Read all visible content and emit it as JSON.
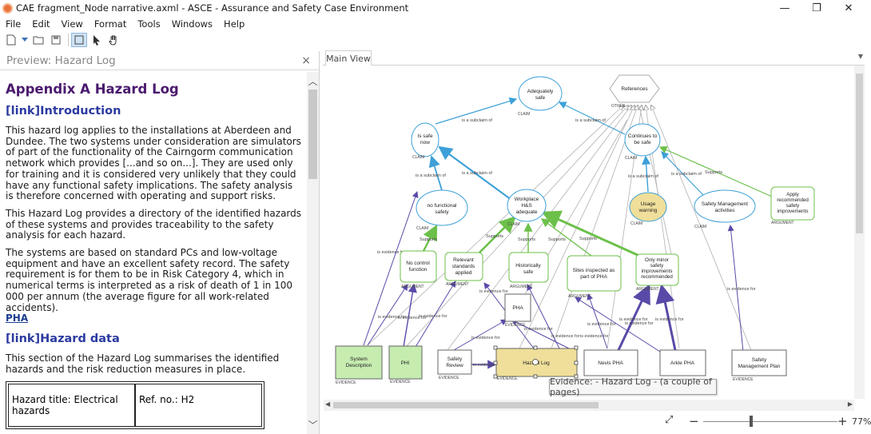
{
  "window": {
    "title": "CAE fragment_Node narrative.axml - ASCE - Assurance and Safety Case Environment",
    "controls": [
      "—",
      "❐",
      "✕"
    ]
  },
  "menu": [
    "File",
    "Edit",
    "View",
    "Format",
    "Tools",
    "Windows",
    "Help"
  ],
  "toolbar": {
    "icons": [
      "new-document-icon",
      "dropdown-icon",
      "open-folder-icon",
      "save-icon",
      "select-rect-icon",
      "pointer-icon",
      "hand-icon"
    ]
  },
  "preview": {
    "title": "Preview: Hazard Log",
    "close": "×",
    "heading": "Appendix A Hazard Log",
    "intro_heading": "[link]Introduction",
    "para1": "This hazard log applies to the installations at Aberdeen and Dundee. The two systems under consideration are simulators of part of the functionality of the Cairngorm communication network which provides [...and so on...]. They are used only for training and it is considered very unlikely that they could have any functional safety implications. The safety analysis is therefore concerned with operating and support risks.",
    "para2": "This Hazard Log provides a directory of the identified hazards of these systems and provides traceability to the safety analysis for each hazard.",
    "para3": "The systems are based on standard PCs and low-voltage equipment and have an excellent safety record. The safety requirement is for them to be in Risk Category 4, which in numerical terms is interpreted as a risk of death of 1 in 100 000 per annum (the average figure for all work-related accidents).",
    "pha_link": "PHA",
    "data_heading": "[link]Hazard data",
    "para4": "This section of the Hazard Log summarises the identified hazards and the risk reduction measures in place.",
    "table": {
      "cell1": "Hazard title: Electrical hazards",
      "cell2": "Ref. no.: H2"
    }
  },
  "diagram": {
    "tab": "Main View",
    "tooltip": "Evidence:  - Hazard Log - (a couple of pages)",
    "zoom": "77%",
    "colors": {
      "claim_border": "#3da0d8",
      "argument_border": "#6cc04a",
      "evidence_fill": "#c6ecb0",
      "highlight_fill": "#efdf9a",
      "evidence_link": "#5a4aa8"
    },
    "claims": [
      {
        "id": "adequately-safe",
        "label": [
          "Adequately",
          "safe"
        ],
        "tag": "CLAIM"
      },
      {
        "id": "is-safe-now",
        "label": [
          "Is safe",
          "now"
        ],
        "tag": "CLAIM"
      },
      {
        "id": "continues-to-be-safe",
        "label": [
          "Continues to",
          "be safe"
        ],
        "tag": "CLAIM"
      },
      {
        "id": "no-functional-safety",
        "label": [
          "no functional",
          "safety"
        ],
        "tag": "CLAIM"
      },
      {
        "id": "workplace-hs-adequate",
        "label": [
          "Workplace",
          "H&S",
          "adequate"
        ],
        "tag": "CLAIM"
      },
      {
        "id": "usage-warning",
        "label": [
          "Usage",
          "warning"
        ],
        "tag": "CLAIM"
      },
      {
        "id": "safety-management-activities",
        "label": [
          "Safety Management",
          "activities"
        ],
        "tag": "CLAIM"
      }
    ],
    "other": {
      "label": "References",
      "tag": "OTHER"
    },
    "arguments": [
      {
        "id": "no-control-function",
        "label": [
          "No control",
          "function"
        ],
        "tag": "ARGUMENT"
      },
      {
        "id": "relevant-standards-applied",
        "label": [
          "Relevant",
          "standards",
          "applied"
        ],
        "tag": "ARGUMENT"
      },
      {
        "id": "historically-safe",
        "label": [
          "Historically",
          "safe"
        ],
        "tag": "ARGUMENT"
      },
      {
        "id": "sites-inspected",
        "label": [
          "Sites inspected as",
          "part of PHA"
        ],
        "tag": "ARGUMENT"
      },
      {
        "id": "only-minor-improvements",
        "label": [
          "Only minor",
          "safety",
          "improvements",
          "recommended"
        ],
        "tag": "ARGUMENT"
      },
      {
        "id": "apply-recommended-improvements",
        "label": [
          "Apply",
          "recommended",
          "safety",
          "improvements"
        ],
        "tag": "ARGUMENT"
      }
    ],
    "evidence": [
      {
        "id": "system-description",
        "label": [
          "System",
          "Description"
        ],
        "tag": "EVIDENCE"
      },
      {
        "id": "phi",
        "label": [
          "PHI"
        ],
        "tag": "EVIDENCE"
      },
      {
        "id": "safety-review",
        "label": [
          "Safety",
          "Review"
        ],
        "tag": "EVIDENCE"
      },
      {
        "id": "pha",
        "label": [
          "PHA"
        ],
        "tag": "EVIDENCE"
      },
      {
        "id": "hazard-log",
        "label": [
          "Hazard Log"
        ],
        "tag": "EVIDENCE"
      },
      {
        "id": "nevis-pha",
        "label": [
          "Nevis PHA"
        ],
        "tag": "EVIDENCE"
      },
      {
        "id": "arkle-pha",
        "label": [
          "Arkle PHA"
        ],
        "tag": "EVIDENCE"
      },
      {
        "id": "safety-management-plan",
        "label": [
          "Safety",
          "Management Plan"
        ],
        "tag": "EVIDENCE"
      }
    ],
    "link_labels": {
      "subclaim": "is a subclaim of",
      "supports": "Supports",
      "evidence": "is evidence for"
    }
  }
}
